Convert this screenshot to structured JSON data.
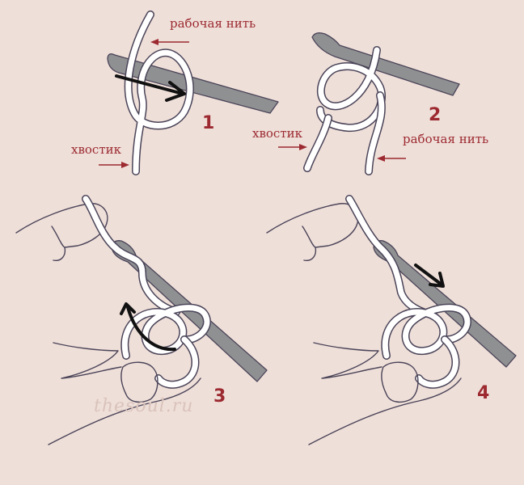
{
  "labels": {
    "working_yarn": "рабочая нить",
    "tail": "хвостик"
  },
  "steps": [
    "1",
    "2",
    "3",
    "4"
  ],
  "watermark": "thesoul.ru",
  "colors": {
    "background": "#efdfd9",
    "accent": "#9c2a30",
    "hook": "#8f9092",
    "outline": "#4a4458",
    "yarn": "#ffffff"
  }
}
